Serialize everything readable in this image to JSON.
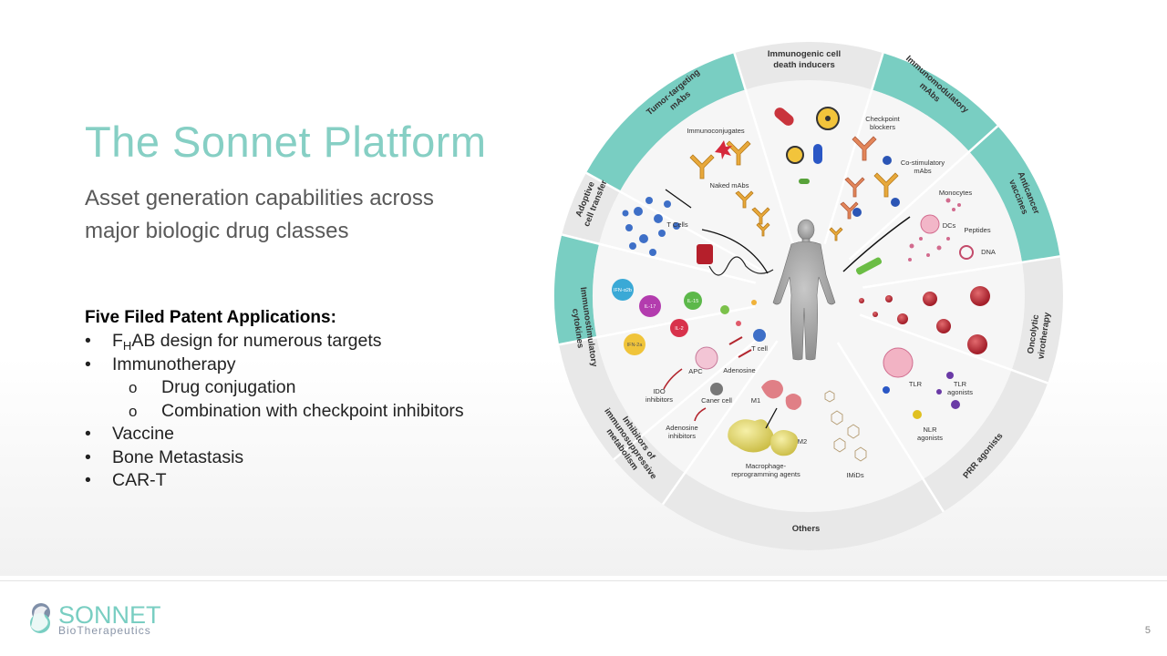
{
  "slide": {
    "title": "The Sonnet Platform",
    "subtitle_line1": "Asset generation capabilities across",
    "subtitle_line2": "major biologic drug classes",
    "patents_heading": "Five Filed Patent Applications:",
    "bullet": "•",
    "sub_bullet": "o",
    "patents": {
      "item1_prefix": "F",
      "item1_sub": "H",
      "item1_rest": "AB design for numerous targets",
      "item2": "Immunotherapy",
      "item2_sub1": "Drug conjugation",
      "item2_sub2": "Combination with checkpoint inhibitors",
      "item3": "Vaccine",
      "item4": "Bone Metastasis",
      "item5": "CAR-T"
    },
    "page_number": "5"
  },
  "logo": {
    "name": "SONNET",
    "tagline": "BioTherapeutics"
  },
  "wheel": {
    "segments": {
      "icd_l1": "Immunogenic cell",
      "icd_l2": "death inducers",
      "immunomod_l1": "Immunomodulatory",
      "immunomod_l2": "mAbs",
      "anticancer_l1": "Anticancer",
      "anticancer_l2": "vaccines",
      "oncolytic_l1": "Oncolytic",
      "oncolytic_l2": "virotherapy",
      "prr": "PRR agonists",
      "others": "Others",
      "inhib_l1": "Inhibitors of",
      "inhib_l2": "immunosuppressive",
      "inhib_l3": "metabolism",
      "cytok_l1": "Immunostimulatory",
      "cytok_l2": "cytokines",
      "act_l1": "Adoptive",
      "act_l2": "cell transfer",
      "tumor_l1": "Tumor-targeting",
      "tumor_l2": "mAbs"
    },
    "labels": {
      "immunoconjugates": "Immunoconjugates",
      "naked_mabs": "Naked mAbs",
      "checkpoint_l1": "Checkpoint",
      "checkpoint_l2": "blockers",
      "costim_l1": "Co-stimulatory",
      "costim_l2": "mAbs",
      "monocytes": "Monocytes",
      "dcs": "DCs",
      "peptides": "Peptides",
      "dna": "DNA",
      "tcells": "T Cells",
      "ifn_a2b": "IFN-α2b",
      "il17": "IL-17",
      "il15": "IL-15",
      "il2": "IL-2",
      "ifn_2a": "IFN-2a",
      "apc": "APC",
      "tcell": "T cell",
      "adenosine": "Adenosine",
      "ido_l1": "IDO",
      "ido_l2": "inhibitors",
      "cancer_cell": "Caner cell",
      "aden_inh_l1": "Adenosine",
      "aden_inh_l2": "inhibitors",
      "m1": "M1",
      "m2": "M2",
      "macro_l1": "Macrophage-",
      "macro_l2": "reprogramming agents",
      "imids": "IMiDs",
      "tlr": "TLR",
      "tlr_ag_l1": "TLR",
      "tlr_ag_l2": "agonists",
      "nlr_l1": "NLR",
      "nlr_l2": "agonists"
    }
  },
  "colors": {
    "teal": "#79cec2",
    "title_teal": "#86cfc4",
    "ring_grey": "#e8e8e8",
    "inner_bg": "#f6f6f6",
    "antibody": "#e8a93b",
    "tumor_red": "#c0323a"
  }
}
